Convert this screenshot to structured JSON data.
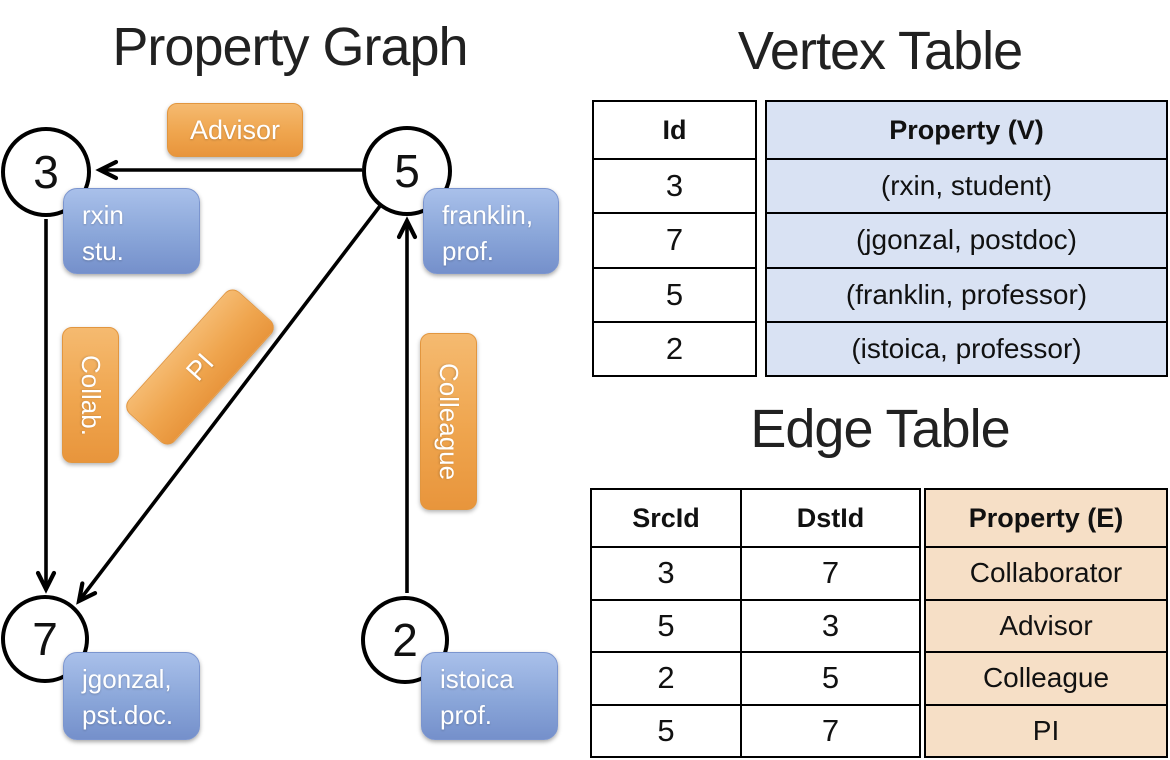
{
  "colors": {
    "edge_label_orange": "#EFA54E",
    "vertex_box_blue": "#8AA6D9",
    "vertex_property_fill": "#D9E2F3",
    "edge_property_fill": "#F6DFC6",
    "line_black": "#000000"
  },
  "graph": {
    "title": "Property Graph",
    "nodes": [
      {
        "id": "3",
        "property_line1": "rxin",
        "property_line2": "stu."
      },
      {
        "id": "5",
        "property_line1": "franklin,",
        "property_line2": "prof."
      },
      {
        "id": "7",
        "property_line1": "jgonzal,",
        "property_line2": "pst.doc."
      },
      {
        "id": "2",
        "property_line1": "istoica",
        "property_line2": "prof."
      }
    ],
    "edge_labels": {
      "advisor": "Advisor",
      "collab": "Collab.",
      "pi": "PI",
      "colleague": "Colleague"
    }
  },
  "vertex_table": {
    "title": "Vertex Table",
    "columns": {
      "id": "Id",
      "property": "Property (V)"
    },
    "rows": [
      {
        "id": "3",
        "property": "(rxin, student)"
      },
      {
        "id": "7",
        "property": "(jgonzal, postdoc)"
      },
      {
        "id": "5",
        "property": "(franklin, professor)"
      },
      {
        "id": "2",
        "property": "(istoica, professor)"
      }
    ]
  },
  "edge_table": {
    "title": "Edge Table",
    "columns": {
      "src": "SrcId",
      "dst": "DstId",
      "property": "Property (E)"
    },
    "rows": [
      {
        "src": "3",
        "dst": "7",
        "property": "Collaborator"
      },
      {
        "src": "5",
        "dst": "3",
        "property": "Advisor"
      },
      {
        "src": "2",
        "dst": "5",
        "property": "Colleague"
      },
      {
        "src": "5",
        "dst": "7",
        "property": "PI"
      }
    ]
  }
}
